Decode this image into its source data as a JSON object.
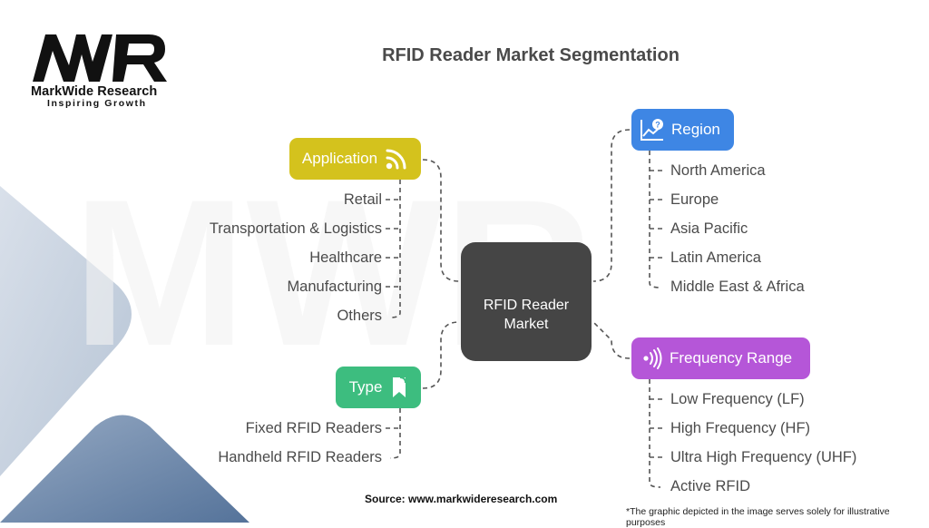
{
  "brand": {
    "logo_mark": "MWR",
    "name": "MarkWide Research",
    "tagline": "Inspiring Growth"
  },
  "title": "RFID Reader Market Segmentation",
  "center_node": {
    "line1": "RFID Reader",
    "line2": "Market",
    "color": "#454545"
  },
  "segments": {
    "application": {
      "label": "Application",
      "icon": "wifi-signal-icon",
      "color": "#d4c21d",
      "items": [
        "Retail",
        "Transportation & Logistics",
        "Healthcare",
        "Manufacturing",
        "Others"
      ]
    },
    "type": {
      "label": "Type",
      "icon": "bookmark-icon",
      "color": "#3dbd7f",
      "items": [
        "Fixed RFID Readers",
        "Handheld RFID Readers"
      ]
    },
    "region": {
      "label": "Region",
      "icon": "chart-question-icon",
      "color": "#3e86e4",
      "items": [
        "North America",
        "Europe",
        "Asia Pacific",
        "Latin America",
        "Middle East & Africa"
      ]
    },
    "frequency_range": {
      "label": "Frequency Range",
      "icon": "radio-waves-icon",
      "color": "#b556d8",
      "items": [
        "Low Frequency (LF)",
        "High Frequency (HF)",
        "Ultra High Frequency (UHF)",
        "Active RFID"
      ]
    }
  },
  "footer": {
    "source": "Source: www.markwideresearch.com",
    "disclaimer": "*The graphic depicted in the image serves solely for illustrative purposes"
  }
}
